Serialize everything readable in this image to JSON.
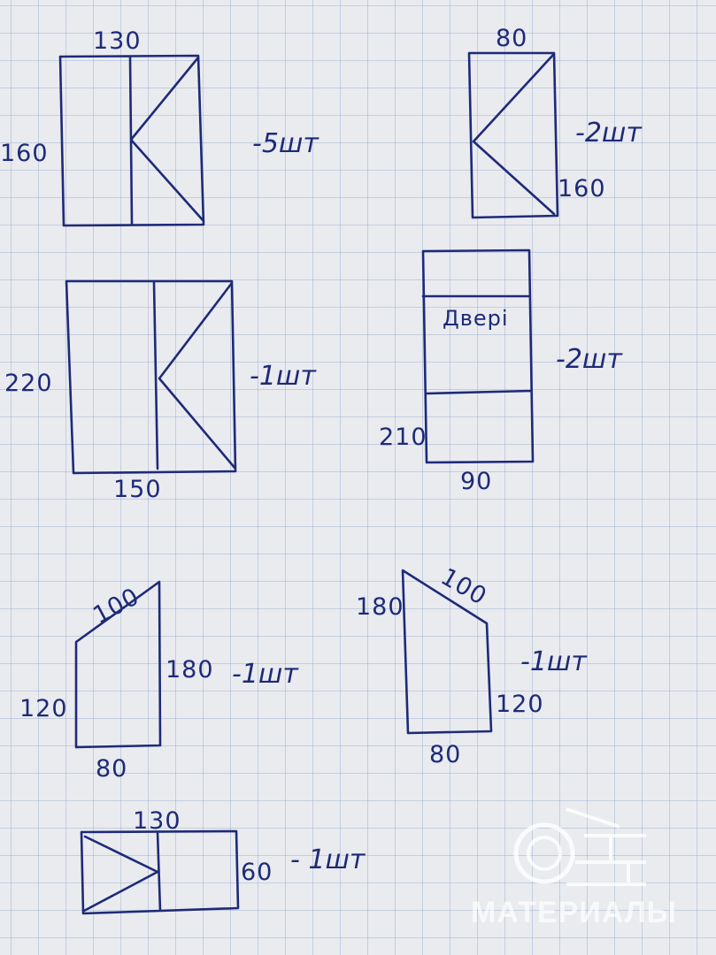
{
  "sketches": [
    {
      "name": "window-1",
      "width": "130",
      "height": "160",
      "quantity": "-5шт"
    },
    {
      "name": "window-2",
      "width": "80",
      "height": "160",
      "quantity": "-2шт"
    },
    {
      "name": "window-3",
      "width": "150",
      "height": "220",
      "quantity": "-1шт"
    },
    {
      "name": "door",
      "label": "Двері",
      "width": "90",
      "height": "210",
      "quantity": "-2шт"
    },
    {
      "name": "trapezoid-left",
      "slope": "100",
      "left": "120",
      "right": "180",
      "bottom": "80",
      "quantity": "-1шт"
    },
    {
      "name": "trapezoid-right",
      "slope": "100",
      "left": "180",
      "right": "120",
      "bottom": "80",
      "quantity": "-1шт"
    },
    {
      "name": "window-small",
      "width": "130",
      "height": "60",
      "quantity": "- 1шт"
    }
  ],
  "watermark": "МАТЕРИАЛЫ",
  "colors": {
    "ink": "#1e2a78",
    "paper": "#e9ebef",
    "grid": "#96aacd"
  }
}
